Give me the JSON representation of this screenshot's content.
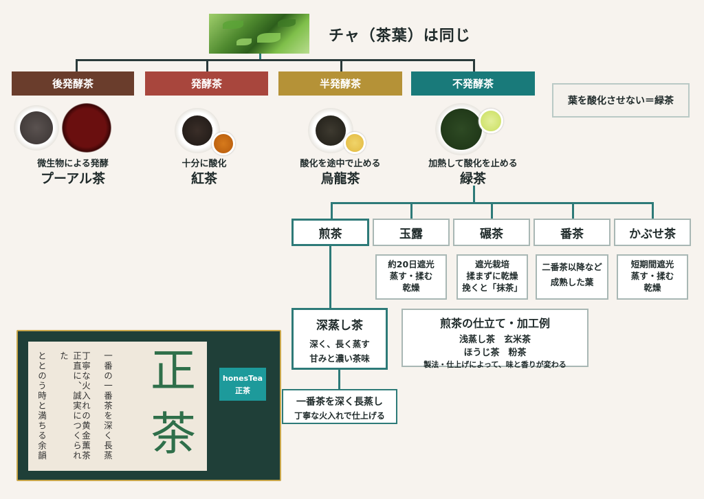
{
  "title": "チャ（茶葉）は同じ",
  "header_image": "tea-leaf-photo",
  "categories": [
    {
      "label": "後発酵茶",
      "color": "#6a3d2c"
    },
    {
      "label": "発酵茶",
      "color": "#a8463d"
    },
    {
      "label": "半発酵茶",
      "color": "#b59237"
    },
    {
      "label": "不発酵茶",
      "color": "#197a7a"
    }
  ],
  "note": "葉を酸化させない＝緑茶",
  "teas": [
    {
      "desc": "微生物による発酵",
      "name": "プーアル茶"
    },
    {
      "desc": "十分に酸化",
      "name": "紅茶"
    },
    {
      "desc": "酸化を途中で止める",
      "name": "烏龍茶"
    },
    {
      "desc": "加熱して酸化を止める",
      "name": "緑茶"
    }
  ],
  "green_teas": [
    {
      "label": "煎茶",
      "desc": []
    },
    {
      "label": "玉露",
      "desc": [
        "約20日遮光",
        "蒸す・揉む",
        "乾燥"
      ]
    },
    {
      "label": "碾茶",
      "desc": [
        "遮光栽培",
        "揉まずに乾燥",
        "挽くと「抹茶」"
      ]
    },
    {
      "label": "番茶",
      "desc": [
        "二番茶以降など",
        "成熟した葉"
      ]
    },
    {
      "label": "かぶせ茶",
      "desc": [
        "短期間遮光",
        "蒸す・揉む",
        "乾燥"
      ]
    }
  ],
  "fukamushi": {
    "title": "深蒸し茶",
    "line1": "深く、長く蒸す",
    "line2": "甘みと濃い茶味"
  },
  "processing": {
    "title": "煎茶の仕立て・加工例",
    "line1": "浅蒸し茶　玄米茶",
    "line2": "ほうじ茶　粉茶",
    "line3": "製法・仕上げによって、味と香りが変わる"
  },
  "ichiban": {
    "line1": "一番茶を深く長蒸し",
    "line2": "丁寧な火入れで仕上げる"
  },
  "board": {
    "big_char_1": "正",
    "big_char_2": "茶",
    "vertical_lines": [
      "一番の一番茶を深く長蒸",
      "丁寧な火入れの黄金薫茶",
      "正直に、誠実につくられた",
      "ととのう時と満ちる余韻"
    ],
    "brand_name": "honesTea",
    "brand_sub": "正茶"
  }
}
